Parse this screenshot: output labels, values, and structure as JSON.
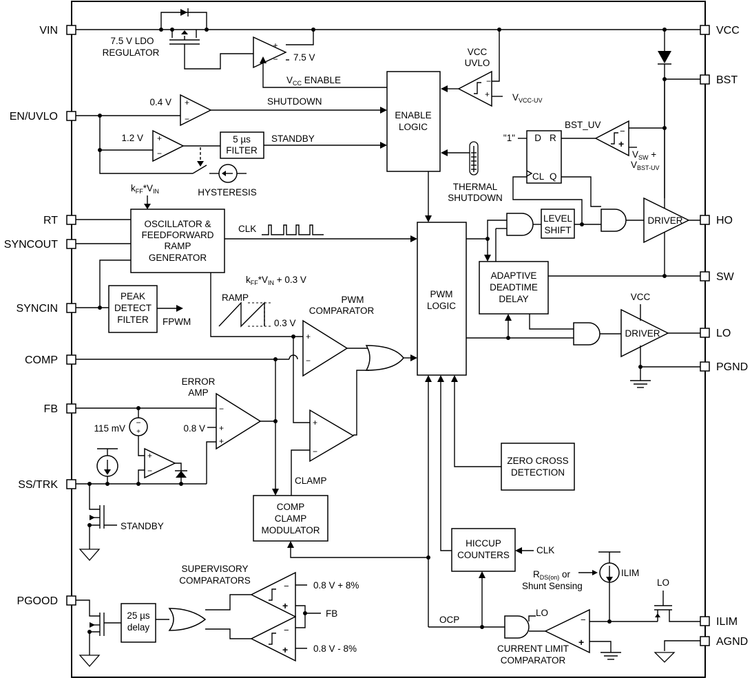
{
  "pins_left": {
    "vin": "VIN",
    "en_uvlo": "EN/UVLO",
    "rt": "RT",
    "syncout": "SYNCOUT",
    "syncin": "SYNCIN",
    "comp": "COMP",
    "fb": "FB",
    "ss_trk": "SS/TRK",
    "pgood": "PGOOD"
  },
  "pins_right": {
    "vcc": "VCC",
    "bst": "BST",
    "ho": "HO",
    "sw": "SW",
    "lo": "LO",
    "pgnd": "PGND",
    "ilim": "ILIM",
    "agnd": "AGND"
  },
  "blocks": {
    "ldo_line1": "7.5 V LDO",
    "ldo_line2": "REGULATOR",
    "ldo_ref": "7.5 V",
    "vcc_uvlo_line1": "VCC",
    "vcc_uvlo_line2": "UVLO",
    "vcc_enable_main": "V",
    "vcc_enable_sub": "CC",
    "vcc_enable_rest": " ENABLE",
    "vvcc_uv_main": "V",
    "vvcc_uv_sub": "VCC-UV",
    "enable_logic_line1": "ENABLE",
    "enable_logic_line2": "LOGIC",
    "shutdown": "SHUTDOWN",
    "standby": "STANDBY",
    "ref_0p4": "0.4 V",
    "ref_1p2": "1.2 V",
    "filter_line1": "5 µs",
    "filter_line2": "FILTER",
    "hysteresis": "HYSTERESIS",
    "thermal_line1": "THERMAL",
    "thermal_line2": "SHUTDOWN",
    "bst_uv": "BST_UV",
    "ff_d_in": "\"1\"",
    "ff_d": "D",
    "ff_r": "R",
    "ff_cl": "CL",
    "ff_q": "Q",
    "vsw_main": "V",
    "vsw_sub": "SW",
    "vsw_plus": " +",
    "vbst_main": "V",
    "vbst_sub": "BST-UV",
    "kff_main": "k",
    "kff_sub": "FF",
    "kff_mid": "*V",
    "kff_sub2": "IN",
    "osc_line1": "OSCILLATOR &",
    "osc_line2": "FEEDFORWARD",
    "osc_line3": "RAMP",
    "osc_line4": "GENERATOR",
    "clk": "CLK",
    "pwm_logic_line1": "PWM",
    "pwm_logic_line2": "LOGIC",
    "level_shift_line1": "LEVEL",
    "level_shift_line2": "SHIFT",
    "driver_hi": "DRIVER",
    "driver_lo": "DRIVER",
    "adaptive_line1": "ADAPTIVE",
    "adaptive_line2": "DEADTIME",
    "adaptive_line3": "DELAY",
    "vcc_lo": "VCC",
    "kff2_rest": " + 0.3 V",
    "ramp": "RAMP",
    "ramp_0p3": "0.3 V",
    "peak_line1": "PEAK",
    "peak_line2": "DETECT",
    "peak_line3": "FILTER",
    "fpwm": "FPWM",
    "pwm_comp_line1": "PWM",
    "pwm_comp_line2": "COMPARATOR",
    "error_line1": "ERROR",
    "error_line2": "AMP",
    "ref_115mv": "115 mV",
    "ref_0p8": "0.8 V",
    "clamp": "CLAMP",
    "standby2": "STANDBY",
    "comp_clamp_line1": "COMP",
    "comp_clamp_line2": "CLAMP",
    "comp_clamp_line3": "MODULATOR",
    "zero_cross_line1": "ZERO CROSS",
    "zero_cross_line2": "DETECTION",
    "hiccup_line1": "HICCUP",
    "hiccup_line2": "COUNTERS",
    "clk2": "CLK",
    "rds_main": "R",
    "rds_sub": "DS(on)",
    "rds_rest": " or",
    "shunt": "Shunt Sensing",
    "ilim_src": "ILIM",
    "lo_gate": "LO",
    "lo_and": "LO",
    "ocp": "OCP",
    "cl_comp_line1": "CURRENT LIMIT",
    "cl_comp_line2": "COMPARATOR",
    "sup_line1": "SUPERVISORY",
    "sup_line2": "COMPARATORS",
    "sup_hi": "0.8 V + 8%",
    "sup_lo": "0.8 V - 8%",
    "sup_fb": "FB",
    "delay_line1": "25 µs",
    "delay_line2": "delay"
  }
}
